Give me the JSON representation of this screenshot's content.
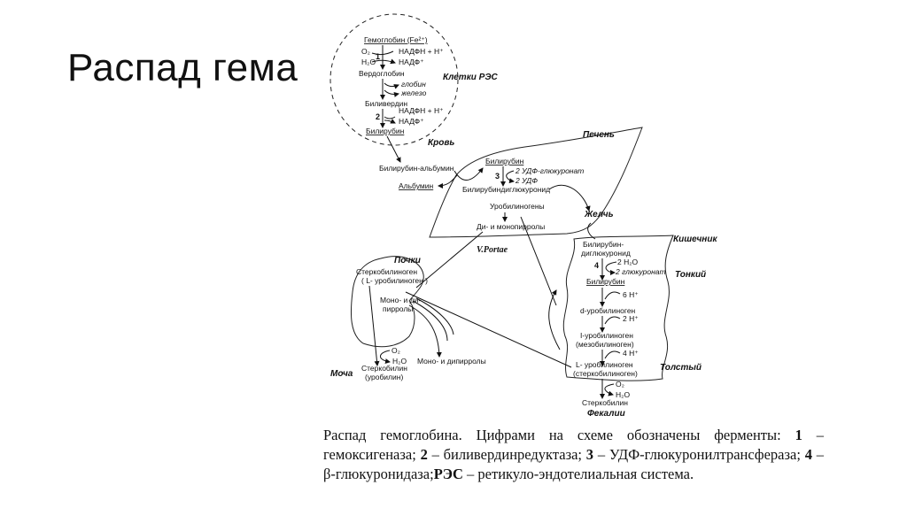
{
  "slide": {
    "title": "Распад гема"
  },
  "diagram": {
    "regions": {
      "res_cells": "Клетки РЭС",
      "blood": "Кровь",
      "liver": "Печень",
      "bile": "Желчь",
      "intestine": "Кишечник",
      "small_intestine": "Тонкий",
      "large_intestine": "Толстый",
      "feces": "Фекалии",
      "kidneys": "Почки",
      "urine": "Моча",
      "portal_vein": "V.Portae"
    },
    "res": {
      "hemoglobin": "Гемоглобин (Fe²⁺)",
      "o2": "O₂",
      "h2o": "H₂O",
      "nadph_1": "НАДФН + H⁺",
      "nadp_1": "НАДФ⁺",
      "enzyme_1": "1",
      "verdoglobin": "Вердоглобин",
      "globin": "глобин",
      "iron": "железо",
      "biliverdin": "Биливердин",
      "enzyme_2": "2",
      "nadph_2": "НАДФН + H⁺",
      "nadp_2": "НАДФ⁺",
      "bilirubin": "Билирубин"
    },
    "blood": {
      "bilirubin_albumin": "Билирубин-альбумин",
      "albumin": "Альбумин"
    },
    "liver": {
      "bilirubin": "Билирубин",
      "enzyme_3": "3",
      "udp_glucuronate": "2 УДФ-глюкуронат",
      "udp": "2 УДФ",
      "bilirubin_diglucuronide": "Билирубиндиглюкуронид",
      "urobilinogens": "Уробилиногены",
      "di_monopyrroles": "Ди- и монопирролы"
    },
    "intestine": {
      "bilirubin_diglucuronide_1": "Билирубин-",
      "bilirubin_diglucuronide_2": "диглюкуронид",
      "enzyme_4": "4",
      "h2o_2": "2 H₂O",
      "glucuronate_2": "2 глюкуронат",
      "bilirubin": "Билирубин",
      "h6": "6 H⁺",
      "d_urobilinogen": "d-уробилиноген",
      "h2": "2 H⁺",
      "i_urobilinogen": "I-уробилиноген",
      "mesobilinogen": "(мезобилиноген)",
      "h4": "4 H⁺",
      "l_urobilinogen": "L- уробилиноген",
      "stercobilinogen": "(стеркобилиноген)",
      "o2": "O₂",
      "h2o": "H₂O",
      "stercobilin": "Стеркобилин"
    },
    "kidneys": {
      "stercobilinogen": "Стеркобилиноген",
      "l_urobilinogen": "( L- уробилиноген )",
      "mono_di_1": "Моно- и ди-",
      "mono_di_2": "пирролы",
      "o2": "O₂",
      "h2o": "H₂O",
      "stercobilin": "Стеркобилин",
      "urobilin": "(уробилин)",
      "mono_dipyrroles": "Моно- и дипирролы"
    }
  },
  "caption": {
    "p1": "Распад гемоглобина. Цифрами на схеме обозначены ферменты: ",
    "n1": "1",
    "p2": " – гемоксигеназа; ",
    "n2": "2",
    "p3": " – биливердинредуктаза; ",
    "n3": "3",
    "p4": " – УДФ-глюкуронилтрансфераза; ",
    "n4": "4",
    "p5": " – β-глюкуронидаза;",
    "res": "РЭС",
    "p6": " – ретикуло-эндотелиальная система."
  }
}
